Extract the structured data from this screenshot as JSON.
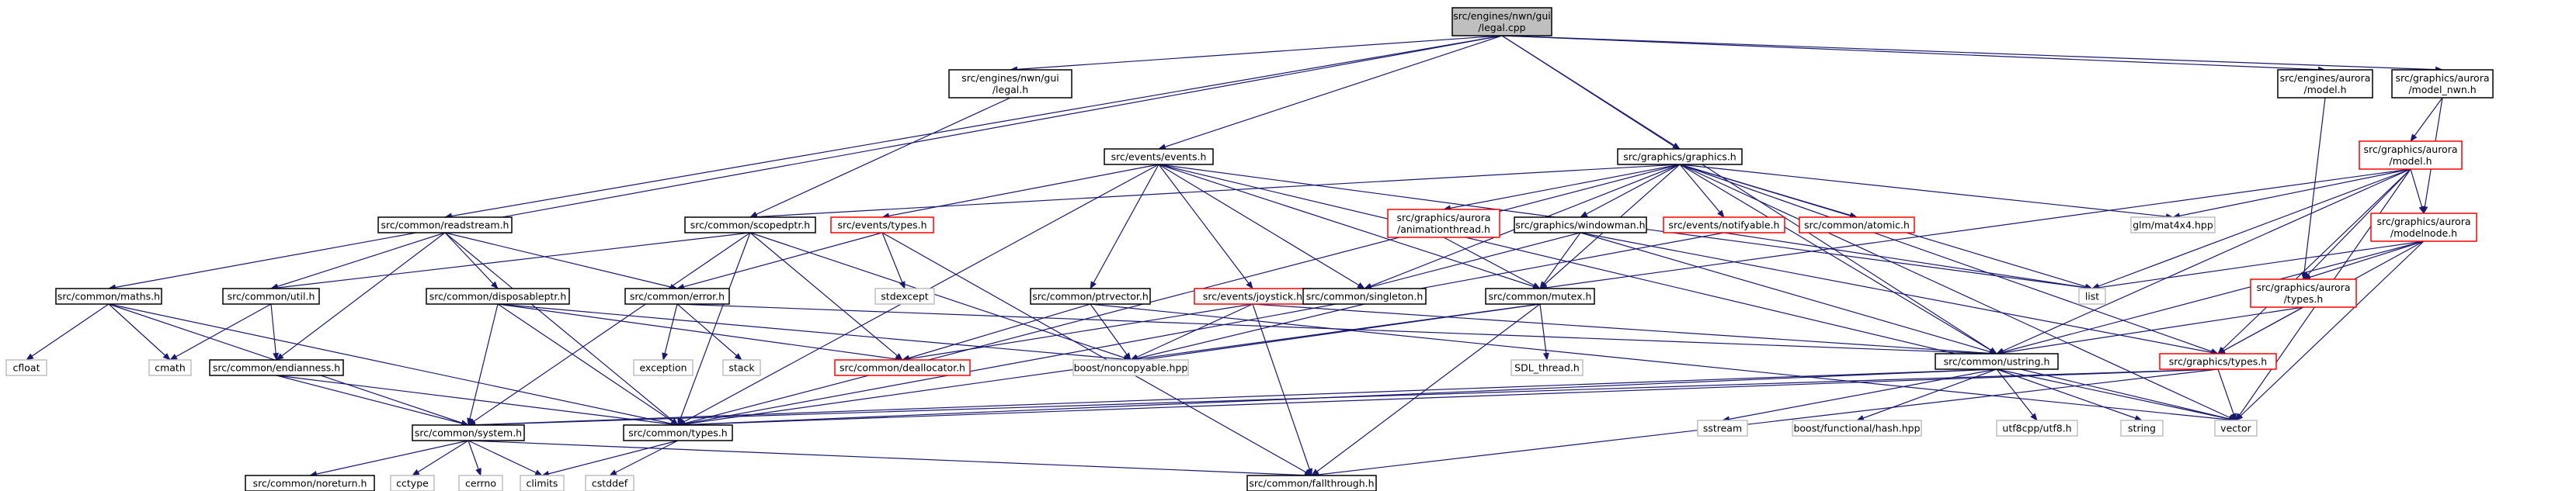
{
  "graph": {
    "colors": {
      "edge": "#191970",
      "border_default": "#000000",
      "border_red": "#ff0000",
      "border_gray": "#bfbfbf",
      "fill_root": "#bfbfbf",
      "fill_default": "#ffffff"
    },
    "nodes": [
      {
        "id": "root",
        "lines": [
          "src/engines/nwn/gui",
          "/legal.cpp"
        ],
        "style": "root"
      },
      {
        "id": "legal_h",
        "lines": [
          "src/engines/nwn/gui",
          "/legal.h"
        ],
        "style": "normal"
      },
      {
        "id": "events_h",
        "lines": [
          "src/events/events.h"
        ],
        "style": "normal"
      },
      {
        "id": "graphics_h",
        "lines": [
          "src/graphics/graphics.h"
        ],
        "style": "normal"
      },
      {
        "id": "aurora_model_h",
        "lines": [
          "src/engines/aurora",
          "/model.h"
        ],
        "style": "normal"
      },
      {
        "id": "model_nwn_h",
        "lines": [
          "src/graphics/aurora",
          "/model_nwn.h"
        ],
        "style": "normal"
      },
      {
        "id": "readstream_h",
        "lines": [
          "src/common/readstream.h"
        ],
        "style": "normal"
      },
      {
        "id": "scopedptr_h",
        "lines": [
          "src/common/scopedptr.h"
        ],
        "style": "normal"
      },
      {
        "id": "events_types_h",
        "lines": [
          "src/events/types.h"
        ],
        "style": "red"
      },
      {
        "id": "animationthread_h",
        "lines": [
          "src/graphics/aurora",
          "/animationthread.h"
        ],
        "style": "red"
      },
      {
        "id": "windowman_h",
        "lines": [
          "src/graphics/windowman.h"
        ],
        "style": "normal"
      },
      {
        "id": "notifyable_h",
        "lines": [
          "src/events/notifyable.h"
        ],
        "style": "red"
      },
      {
        "id": "atomic_h",
        "lines": [
          "src/common/atomic.h"
        ],
        "style": "red"
      },
      {
        "id": "glm_h",
        "lines": [
          "glm/mat4x4.hpp"
        ],
        "style": "gray"
      },
      {
        "id": "gfx_model_h",
        "lines": [
          "src/graphics/aurora",
          "/model.h"
        ],
        "style": "red"
      },
      {
        "id": "maths_h",
        "lines": [
          "src/common/maths.h"
        ],
        "style": "normal"
      },
      {
        "id": "util_h",
        "lines": [
          "src/common/util.h"
        ],
        "style": "normal"
      },
      {
        "id": "disposableptr_h",
        "lines": [
          "src/common/disposableptr.h"
        ],
        "style": "normal"
      },
      {
        "id": "error_h",
        "lines": [
          "src/common/error.h"
        ],
        "style": "normal"
      },
      {
        "id": "stdexcept",
        "lines": [
          "stdexcept"
        ],
        "style": "gray"
      },
      {
        "id": "ptrvector_h",
        "lines": [
          "src/common/ptrvector.h"
        ],
        "style": "normal"
      },
      {
        "id": "joystick_h",
        "lines": [
          "src/events/joystick.h"
        ],
        "style": "red"
      },
      {
        "id": "singleton_h",
        "lines": [
          "src/common/singleton.h"
        ],
        "style": "normal"
      },
      {
        "id": "mutex_h",
        "lines": [
          "src/common/mutex.h"
        ],
        "style": "normal"
      },
      {
        "id": "modelnode_h",
        "lines": [
          "src/graphics/aurora",
          "/modelnode.h"
        ],
        "style": "red"
      },
      {
        "id": "list",
        "lines": [
          "list"
        ],
        "style": "gray"
      },
      {
        "id": "aurora_types_h",
        "lines": [
          "src/graphics/aurora",
          "/types.h"
        ],
        "style": "red"
      },
      {
        "id": "cfloat",
        "lines": [
          "cfloat"
        ],
        "style": "gray"
      },
      {
        "id": "cmath",
        "lines": [
          "cmath"
        ],
        "style": "gray"
      },
      {
        "id": "endianness_h",
        "lines": [
          "src/common/endianness.h"
        ],
        "style": "normal"
      },
      {
        "id": "exception",
        "lines": [
          "exception"
        ],
        "style": "gray"
      },
      {
        "id": "stack",
        "lines": [
          "stack"
        ],
        "style": "gray"
      },
      {
        "id": "deallocator_h",
        "lines": [
          "src/common/deallocator.h"
        ],
        "style": "red"
      },
      {
        "id": "noncopyable",
        "lines": [
          "boost/noncopyable.hpp"
        ],
        "style": "gray"
      },
      {
        "id": "sdl_thread",
        "lines": [
          "SDL_thread.h"
        ],
        "style": "gray"
      },
      {
        "id": "ustring_h",
        "lines": [
          "src/common/ustring.h"
        ],
        "style": "normal"
      },
      {
        "id": "gfx_types_h",
        "lines": [
          "src/graphics/types.h"
        ],
        "style": "red"
      },
      {
        "id": "system_h",
        "lines": [
          "src/common/system.h"
        ],
        "style": "normal"
      },
      {
        "id": "common_types_h",
        "lines": [
          "src/common/types.h"
        ],
        "style": "normal"
      },
      {
        "id": "sstream",
        "lines": [
          "sstream"
        ],
        "style": "gray"
      },
      {
        "id": "hash_hpp",
        "lines": [
          "boost/functional/hash.hpp"
        ],
        "style": "gray"
      },
      {
        "id": "utf8_h",
        "lines": [
          "utf8cpp/utf8.h"
        ],
        "style": "gray"
      },
      {
        "id": "string",
        "lines": [
          "string"
        ],
        "style": "gray"
      },
      {
        "id": "vector",
        "lines": [
          "vector"
        ],
        "style": "gray"
      },
      {
        "id": "noreturn_h",
        "lines": [
          "src/common/noreturn.h"
        ],
        "style": "normal"
      },
      {
        "id": "cctype",
        "lines": [
          "cctype"
        ],
        "style": "gray"
      },
      {
        "id": "cerrno",
        "lines": [
          "cerrno"
        ],
        "style": "gray"
      },
      {
        "id": "climits",
        "lines": [
          "climits"
        ],
        "style": "gray"
      },
      {
        "id": "cstddef",
        "lines": [
          "cstddef"
        ],
        "style": "gray"
      },
      {
        "id": "fallthrough_h",
        "lines": [
          "src/common/fallthrough.h"
        ],
        "style": "normal"
      }
    ],
    "edges": [
      [
        "root",
        "legal_h"
      ],
      [
        "root",
        "events_h"
      ],
      [
        "root",
        "graphics_h"
      ],
      [
        "root",
        "aurora_model_h"
      ],
      [
        "root",
        "model_nwn_h"
      ],
      [
        "root",
        "readstream_h"
      ],
      [
        "root",
        "maths_h"
      ],
      [
        "root",
        "ustring_h"
      ],
      [
        "legal_h",
        "scopedptr_h"
      ],
      [
        "events_h",
        "events_types_h"
      ],
      [
        "events_h",
        "ptrvector_h"
      ],
      [
        "events_h",
        "joystick_h"
      ],
      [
        "events_h",
        "singleton_h"
      ],
      [
        "events_h",
        "mutex_h"
      ],
      [
        "events_h",
        "common_types_h"
      ],
      [
        "events_h",
        "list"
      ],
      [
        "events_h",
        "vector"
      ],
      [
        "graphics_h",
        "scopedptr_h"
      ],
      [
        "graphics_h",
        "animationthread_h"
      ],
      [
        "graphics_h",
        "windowman_h"
      ],
      [
        "graphics_h",
        "notifyable_h"
      ],
      [
        "graphics_h",
        "atomic_h"
      ],
      [
        "graphics_h",
        "glm_h"
      ],
      [
        "graphics_h",
        "singleton_h"
      ],
      [
        "graphics_h",
        "mutex_h"
      ],
      [
        "graphics_h",
        "list"
      ],
      [
        "graphics_h",
        "ustring_h"
      ],
      [
        "graphics_h",
        "gfx_types_h"
      ],
      [
        "graphics_h",
        "vector"
      ],
      [
        "graphics_h",
        "common_types_h"
      ],
      [
        "aurora_model_h",
        "aurora_types_h"
      ],
      [
        "model_nwn_h",
        "gfx_model_h"
      ],
      [
        "model_nwn_h",
        "modelnode_h"
      ],
      [
        "gfx_model_h",
        "glm_h"
      ],
      [
        "gfx_model_h",
        "list"
      ],
      [
        "gfx_model_h",
        "modelnode_h"
      ],
      [
        "gfx_model_h",
        "aurora_types_h"
      ],
      [
        "gfx_model_h",
        "ustring_h"
      ],
      [
        "gfx_model_h",
        "gfx_types_h"
      ],
      [
        "gfx_model_h",
        "vector"
      ],
      [
        "gfx_model_h",
        "mutex_h"
      ],
      [
        "readstream_h",
        "util_h"
      ],
      [
        "readstream_h",
        "disposableptr_h"
      ],
      [
        "readstream_h",
        "error_h"
      ],
      [
        "readstream_h",
        "endianness_h"
      ],
      [
        "readstream_h",
        "common_types_h"
      ],
      [
        "scopedptr_h",
        "util_h"
      ],
      [
        "scopedptr_h",
        "system_h"
      ],
      [
        "scopedptr_h",
        "common_types_h"
      ],
      [
        "scopedptr_h",
        "deallocator_h"
      ],
      [
        "scopedptr_h",
        "noncopyable"
      ],
      [
        "events_types_h",
        "error_h"
      ],
      [
        "events_types_h",
        "stdexcept"
      ],
      [
        "events_types_h",
        "fallthrough_h"
      ],
      [
        "animationthread_h",
        "mutex_h"
      ],
      [
        "windowman_h",
        "singleton_h"
      ],
      [
        "windowman_h",
        "mutex_h"
      ],
      [
        "windowman_h",
        "ustring_h"
      ],
      [
        "windowman_h",
        "gfx_types_h"
      ],
      [
        "notifyable_h",
        "list"
      ],
      [
        "notifyable_h",
        "common_types_h"
      ],
      [
        "maths_h",
        "cfloat"
      ],
      [
        "maths_h",
        "cmath"
      ],
      [
        "maths_h",
        "system_h"
      ],
      [
        "maths_h",
        "common_types_h"
      ],
      [
        "util_h",
        "cmath"
      ],
      [
        "util_h",
        "endianness_h"
      ],
      [
        "disposableptr_h",
        "system_h"
      ],
      [
        "disposableptr_h",
        "common_types_h"
      ],
      [
        "disposableptr_h",
        "deallocator_h"
      ],
      [
        "disposableptr_h",
        "noncopyable"
      ],
      [
        "error_h",
        "exception"
      ],
      [
        "error_h",
        "stack"
      ],
      [
        "error_h",
        "ustring_h"
      ],
      [
        "ptrvector_h",
        "deallocator_h"
      ],
      [
        "ptrvector_h",
        "noncopyable"
      ],
      [
        "ptrvector_h",
        "vector"
      ],
      [
        "joystick_h",
        "deallocator_h"
      ],
      [
        "joystick_h",
        "noncopyable"
      ],
      [
        "joystick_h",
        "fallthrough_h"
      ],
      [
        "joystick_h",
        "ustring_h"
      ],
      [
        "singleton_h",
        "noncopyable"
      ],
      [
        "mutex_h",
        "noncopyable"
      ],
      [
        "mutex_h",
        "sdl_thread"
      ],
      [
        "mutex_h",
        "common_types_h"
      ],
      [
        "mutex_h",
        "fallthrough_h"
      ],
      [
        "modelnode_h",
        "list"
      ],
      [
        "modelnode_h",
        "aurora_types_h"
      ],
      [
        "modelnode_h",
        "ustring_h"
      ],
      [
        "modelnode_h",
        "gfx_types_h"
      ],
      [
        "modelnode_h",
        "vector"
      ],
      [
        "aurora_types_h",
        "ustring_h"
      ],
      [
        "aurora_types_h",
        "gfx_types_h"
      ],
      [
        "endianness_h",
        "system_h"
      ],
      [
        "endianness_h",
        "common_types_h"
      ],
      [
        "ustring_h",
        "system_h"
      ],
      [
        "ustring_h",
        "common_types_h"
      ],
      [
        "ustring_h",
        "sstream"
      ],
      [
        "ustring_h",
        "hash_hpp"
      ],
      [
        "ustring_h",
        "utf8_h"
      ],
      [
        "ustring_h",
        "string"
      ],
      [
        "ustring_h",
        "vector"
      ],
      [
        "gfx_types_h",
        "common_types_h"
      ],
      [
        "gfx_types_h",
        "vector"
      ],
      [
        "gfx_types_h",
        "system_h"
      ],
      [
        "gfx_types_h",
        "fallthrough_h"
      ],
      [
        "system_h",
        "noreturn_h"
      ],
      [
        "system_h",
        "cctype"
      ],
      [
        "system_h",
        "cerrno"
      ],
      [
        "system_h",
        "climits"
      ],
      [
        "system_h",
        "fallthrough_h"
      ],
      [
        "common_types_h",
        "climits"
      ],
      [
        "common_types_h",
        "cstddef"
      ]
    ]
  }
}
